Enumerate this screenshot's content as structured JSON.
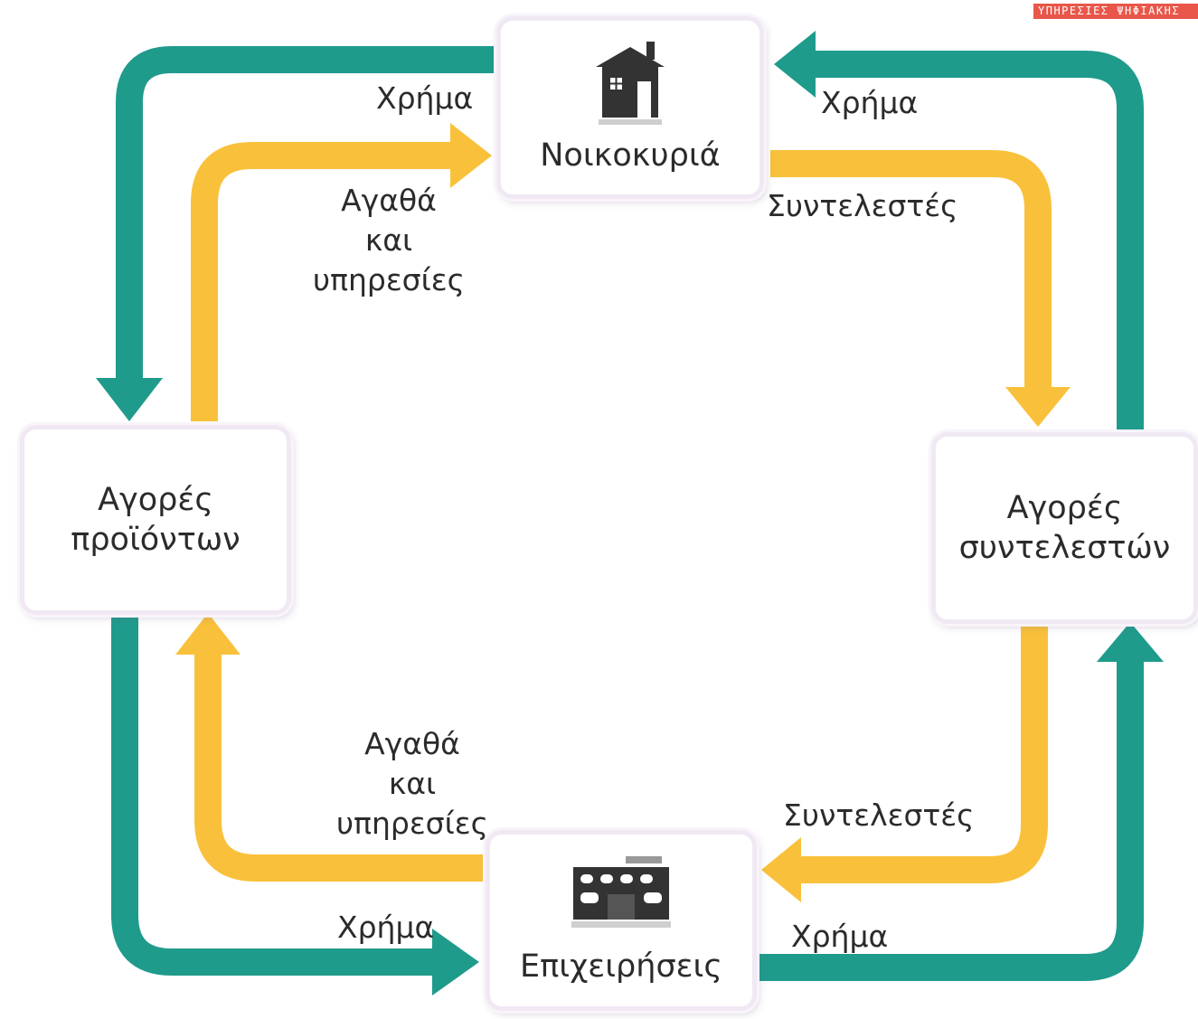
{
  "badge": "ΥΠΗΡΕΣΙΕΣ ΨΗΦΙΑΚΗΣ",
  "colors": {
    "money_flow": "#1f9b8c",
    "real_flow": "#f9c13b",
    "box_border": "#f0e9f4"
  },
  "nodes": {
    "households": {
      "label": "Νοικοκυριά",
      "icon": "house-icon"
    },
    "businesses": {
      "label": "Επιχειρήσεις",
      "icon": "building-icon"
    },
    "product_markets": {
      "label": "Αγορές\nπροϊόντων"
    },
    "factor_markets": {
      "label": "Αγορές\nσυντελεστών"
    }
  },
  "flows": {
    "money_markets_to_households": "Χρήμα",
    "money_households_to_product_markets": "Χρήμα",
    "goods_product_markets_to_households": "Αγαθά\nκαι\nυπηρεσίες",
    "factors_households_to_factor_markets": "Συντελεστές",
    "factors_factor_markets_to_businesses": "Συντελεστές",
    "goods_businesses_to_product_markets": "Αγαθά\nκαι\nυπηρεσίες",
    "money_product_markets_to_businesses": "Χρήμα",
    "money_businesses_to_factor_markets": "Χρήμα"
  }
}
